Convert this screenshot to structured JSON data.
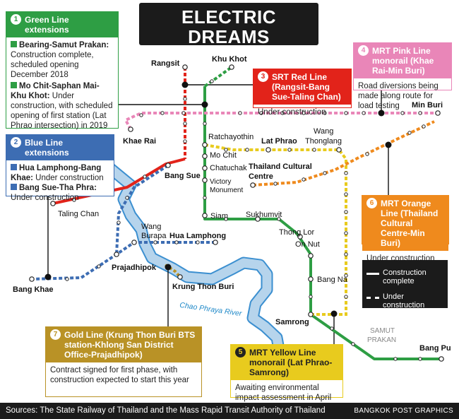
{
  "title": "ELECTRIC DREAMS",
  "subtitle": "The status of electric train projects this year",
  "colors": {
    "green": "#2e9e44",
    "blue": "#3d6db3",
    "red": "#e2231a",
    "pink": "#e986b8",
    "orange": "#ef8a1d",
    "yellow": "#e8cb1e",
    "gold": "#b99226",
    "river": "#b6d4ec",
    "river_edge": "#3b8fd0"
  },
  "boxes": {
    "green": {
      "num": "1",
      "title": "Green Line extensions",
      "item1_bold": "Bearing-Samut Prakan:",
      "item1_text": "Construction complete, scheduled opening December 2018",
      "item2_bold": "Mo Chit-Saphan Mai-Khu Khot:",
      "item2_text": "Under construction, with scheduled opening of first station (Lat Phrao intersection) in 2019"
    },
    "blue": {
      "num": "2",
      "title": "Blue Line extensions",
      "item1_bold": "Hua Lamphong-Bang Khae:",
      "item1_text": "Under construction",
      "item2_bold": "Bang Sue-Tha Phra:",
      "item2_text": "Under construction"
    },
    "red": {
      "num": "3",
      "title": "SRT Red Line (Rangsit-Bang Sue-Taling Chan)",
      "text": "Under construction"
    },
    "pink": {
      "num": "4",
      "title": "MRT Pink Line monorail (Khae Rai-Min Buri)",
      "text": "Road diversions being made along route for load testing"
    },
    "yellow": {
      "num": "5",
      "title": "MRT Yellow Line monorail (Lat Phrao-Samrong)",
      "text": "Awaiting environmental impact assessment in April"
    },
    "orange": {
      "num": "6",
      "title": "MRT Orange Line (Thailand Cultural Centre-Min Buri)",
      "text": "Under construction"
    },
    "gold": {
      "num": "7",
      "title": "Gold Line (Krung Thon Buri BTS station-Khlong San District Office-Prajadhipok)",
      "text": "Contract signed for first phase, with construction expected to start this year"
    }
  },
  "labels": {
    "rangsit": "Rangsit",
    "khu_khot": "Khu Khot",
    "min_buri": "Min Buri",
    "khae_rai": "Khae Rai",
    "ratchayothin": "Ratchayothin",
    "mo_chit": "Mo Chit",
    "chatuchak": "Chatuchak",
    "victory_1": "Victory",
    "victory_2": "Monument",
    "lat_phrao": "Lat Phrao",
    "wang_thonglang_1": "Wang",
    "wang_thonglang_2": "Thonglang",
    "tcc_1": "Thailand Cultural",
    "tcc_2": "Centre",
    "bang_sue": "Bang Sue",
    "taling_chan": "Taling Chan",
    "wang_burapa_1": "Wang",
    "wang_burapa_2": "Burapa",
    "hua_lamphong": "Hua Lamphong",
    "siam": "Siam",
    "sukhumvit": "Sukhumvit",
    "thong_lor": "Thong Lor",
    "on_nut": "On Nut",
    "prajadhipok": "Prajadhipok",
    "bang_khae": "Bang Khae",
    "krung_thon_buri": "Krung Thon Buri",
    "river": "Chao Phraya River",
    "bang_na": "Bang Na",
    "samrong": "Samrong",
    "samut_1": "SAMUT",
    "samut_2": "PRAKAN",
    "bang_pu": "Bang Pu"
  },
  "legend": {
    "complete_1": "Construction",
    "complete_2": "complete",
    "under": "Under construction"
  },
  "footer": {
    "sources": "Sources: The State Railway of Thailand and the Mass Rapid Transit Authority of Thailand",
    "credit": "BANGKOK POST GRAPHICS"
  }
}
